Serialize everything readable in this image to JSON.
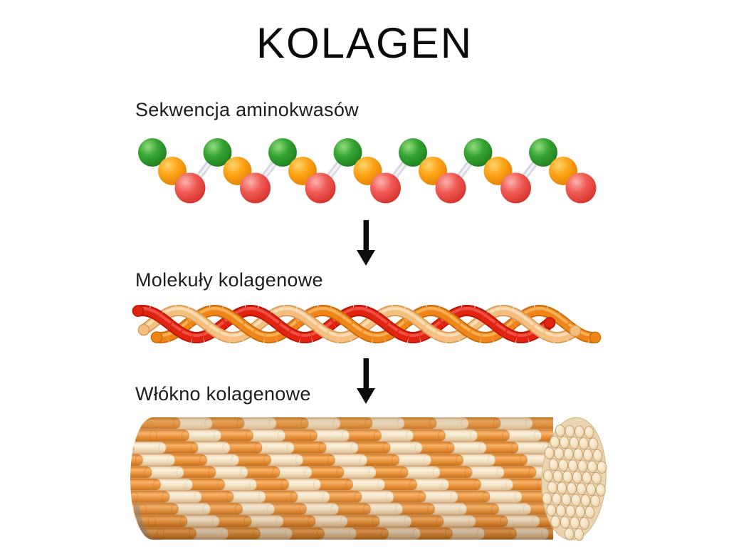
{
  "title": "KOLAGEN",
  "labels": {
    "amino": "Sekwencja aminokwasów",
    "molecule": "Molekuły kolagenowe",
    "fiber": "Włókno kolagenowe"
  },
  "arrow_color": "#0d0d0d",
  "amino_chain": {
    "units": 7,
    "pattern": [
      "green",
      "orange",
      "red"
    ],
    "colors": {
      "green": {
        "light": "#93DB7F",
        "base": "#35A533",
        "dark": "#1E7C1E"
      },
      "orange": {
        "light": "#FFD56E",
        "base": "#FFA417",
        "dark": "#E07E00"
      },
      "red": {
        "light": "#FBB3AE",
        "base": "#F15B55",
        "dark": "#D22F28"
      }
    },
    "connector": {
      "base": "#D7D7E3",
      "highlight": "#F2F2F8"
    }
  },
  "molecule_braid": {
    "strands": [
      {
        "name": "red",
        "edge": "#B81508",
        "base": "#E0220F",
        "highlight": "#F2554A"
      },
      {
        "name": "orange",
        "edge": "#C96A08",
        "base": "#EF8518",
        "highlight": "#F9B660"
      },
      {
        "name": "cream",
        "edge": "#D89A55",
        "base": "#F5BF7F",
        "highlight": "#FBE0BA"
      }
    ]
  },
  "fiber": {
    "orange_rod": {
      "light": "#F6B36B",
      "base": "#E8933B",
      "dark": "#C9721B"
    },
    "cream_rod": {
      "light": "#FBF2E0",
      "base": "#F2E0C0",
      "dark": "#D9BC92"
    },
    "gap_color": "#B5520C",
    "shadow_color": "#8C8C8C",
    "end_cap": {
      "base": "#EBD5B1",
      "edge": "#D3B384",
      "rod_light": "#FAF0DC",
      "rod_base": "#F2E3C2",
      "rod_dark": "#DDBE92",
      "rod_stroke": "#C1945F"
    }
  }
}
